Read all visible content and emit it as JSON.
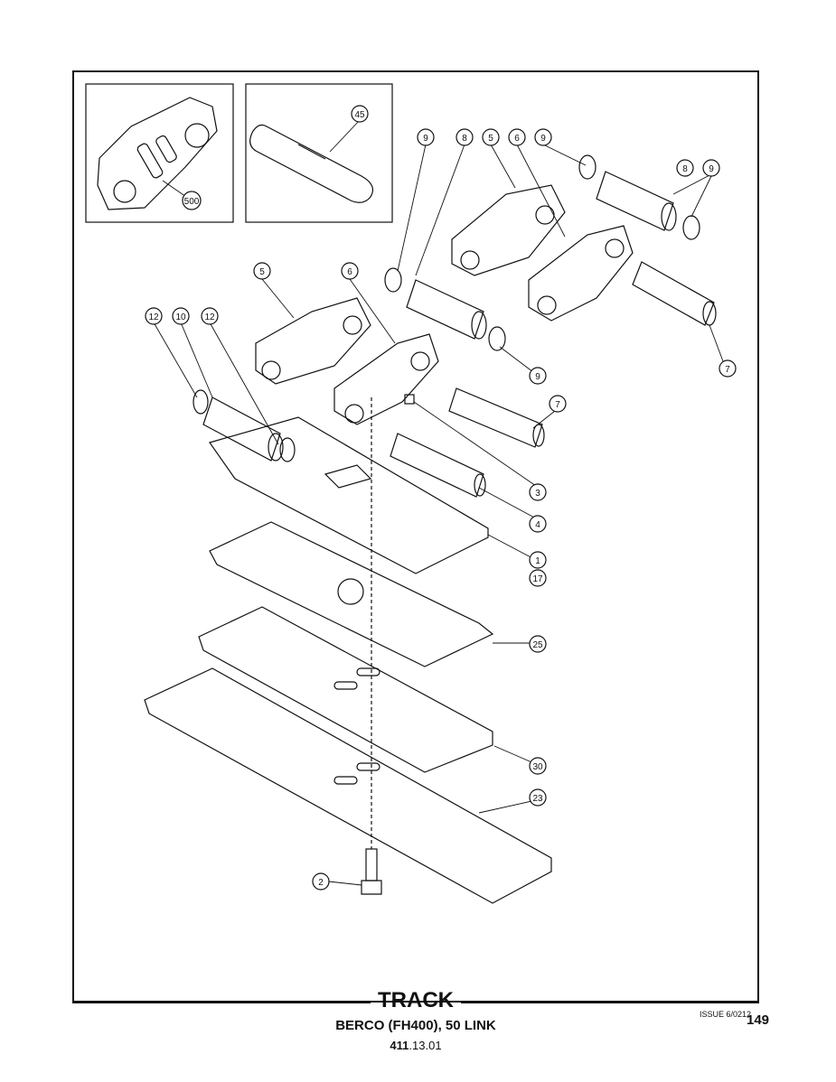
{
  "title": "TRACK",
  "subtitle": "BERCO (FH400), 50 LINK",
  "doc_number_bold": "411",
  "doc_number_rest": ".13.01",
  "issue": "ISSUE 6/02",
  "issue_suffix": "12",
  "page_number": "149",
  "callouts": {
    "c500": "500",
    "c45": "45",
    "c9a": "9",
    "c8a": "8",
    "c5a": "5",
    "c6a": "6",
    "c9b": "9",
    "c8b": "8",
    "c9c": "9",
    "c5b": "5",
    "c6b": "6",
    "c12a": "12",
    "c10": "10",
    "c12b": "12",
    "c7a": "7",
    "c9d": "9",
    "c7b": "7",
    "c3": "3",
    "c4": "4",
    "c1": "1",
    "c17": "17",
    "c25": "25",
    "c30": "30",
    "c23": "23",
    "c2": "2"
  }
}
